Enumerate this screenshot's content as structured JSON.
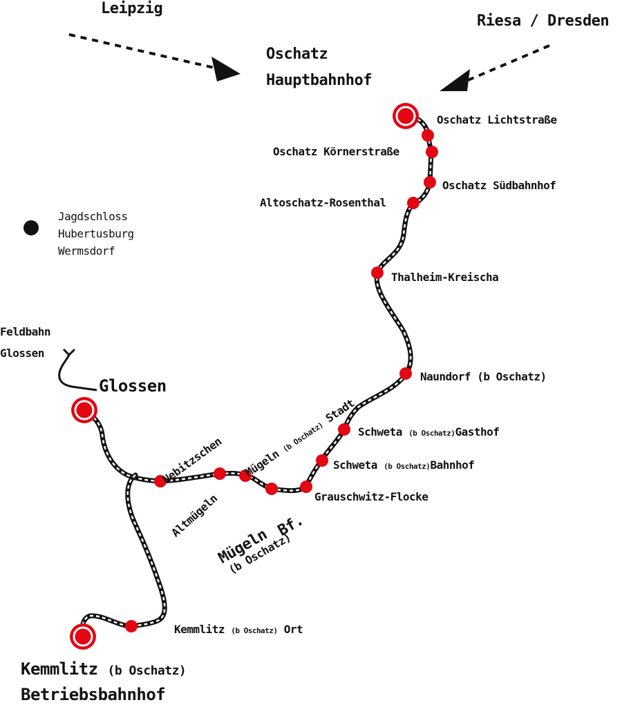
{
  "directions": {
    "leipzig": "Leipzig",
    "riesa_dresden": "Riesa / Dresden"
  },
  "terminals": {
    "oschatz_hbf_line1": "Oschatz",
    "oschatz_hbf_line2": "Hauptbahnhof",
    "glossen": "Glossen",
    "kemmlitz_main": "Kemmlitz",
    "kemmlitz_sub": "(b Oschatz)",
    "kemmlitz_line2": "Betriebsbahnhof"
  },
  "stations": {
    "lichtstrasse": "Oschatz Lichtstraße",
    "koernerstrasse": "Oschatz Körnerstraße",
    "suedbahnhof": "Oschatz Südbahnhof",
    "altoschatz": "Altoschatz-Rosenthal",
    "thalheim": "Thalheim-Kreischa",
    "naundorf": "Naundorf (b Oschatz)",
    "schweta_gasthof_a": "Schweta",
    "schweta_gasthof_b": "(b Oschatz)",
    "schweta_gasthof_c": "Gasthof",
    "schweta_bahnhof_a": "Schweta",
    "schweta_bahnhof_b": "(b Oschatz)",
    "schweta_bahnhof_c": "Bahnhof",
    "grauschwitz": "Grauschwitz-Flocke",
    "muegeln_stadt_a": "Mügeln",
    "muegeln_stadt_b": "(b Oschatz)",
    "muegeln_stadt_c": "Stadt",
    "muegeln_bf_a": "Mügeln",
    "muegeln_bf_b": "(b Oschatz)",
    "muegeln_bf_c": "Bf.",
    "altmuegeln": "Altmügeln",
    "nebitzschen": "Nebitzschen",
    "kemmlitz_ort_a": "Kemmlitz",
    "kemmlitz_ort_b": "(b Oschatz)",
    "kemmlitz_ort_c": "Ort"
  },
  "feldbahn": {
    "line1": "Feldbahn",
    "line2": "Glossen"
  },
  "poi": {
    "line1": "Jagdschloss",
    "line2": "Hubertusburg",
    "line3": "Wermsdorf"
  },
  "colors": {
    "station": "#e30613",
    "track": "#111111",
    "background": "#ffffff"
  }
}
